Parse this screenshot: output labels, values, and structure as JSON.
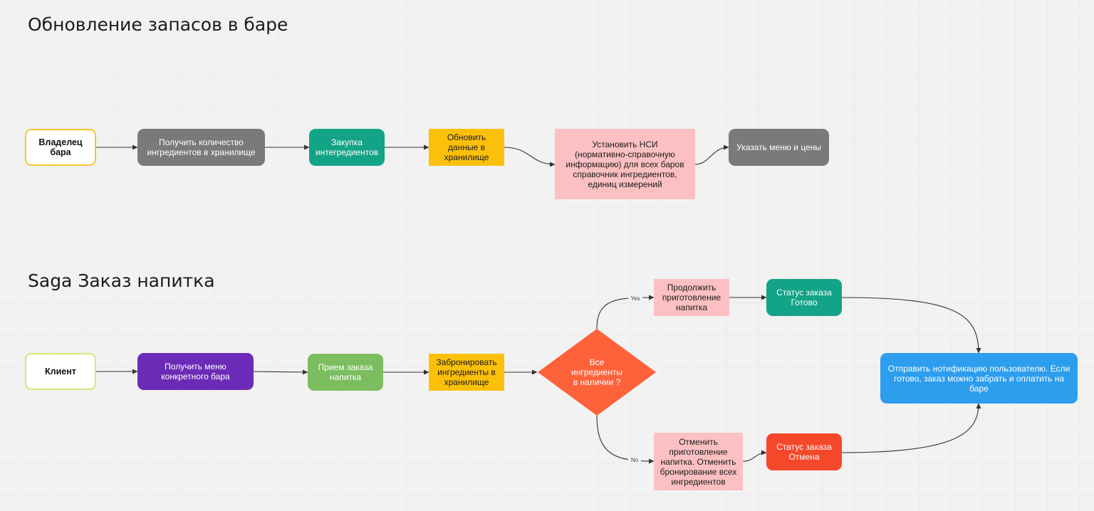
{
  "colors": {
    "yellow_border": "#f6c634",
    "green_border": "#cfe97b",
    "gray": "#7a7a7a",
    "teal": "#13a386",
    "amber": "#fcc00a",
    "pink": "#fcc0c3",
    "purple": "#6b2bb6",
    "green": "#7cbd5f",
    "orange_red": "#fd623b",
    "red": "#f5472a",
    "blue": "#2d9ded",
    "edge": "#333333"
  },
  "titles": {
    "stock_update": "Обновление запасов в баре",
    "saga": "Saga Заказ напитка"
  },
  "nodes": {
    "bar_owner": "Владелец бара",
    "get_quantity": "Получить количество\nингредиентов в хранилище",
    "purchase": "Закупка\nинтегредиентов",
    "update_storage": "Обновить\nданные в\nхранилище",
    "set_nsi": "Установить НСИ\n(нормативно-справочную\nинформацию) для всех баров\nсправочник ингредиентов,\nединиц измерений",
    "set_menu": "Указать меню и цены",
    "client": "Клиент",
    "get_menu": "Получить меню\nконкретного бара",
    "accept_order": "Прием заказа\nнапитка",
    "reserve": "Забронировать\nингредиенты в\nхранилище",
    "all_in_stock": "Все\nингредиенты\nв наличии ?",
    "continue_prep": "Продолжить\nприготовление\nнапитка",
    "status_ready": "Статус заказа\nГотово",
    "cancel": "Отменить\nприготовление\nнапитка. Отменить\nбронирование всех\nингредиентов",
    "status_cancel": "Статус заказа\nОтмена",
    "notify": "Отправить нотификацию пользователю. Если\nготово, заказ можно забрать и оплатить на\nбаре"
  },
  "edge_labels": {
    "yes": "Yes",
    "no": "No"
  }
}
